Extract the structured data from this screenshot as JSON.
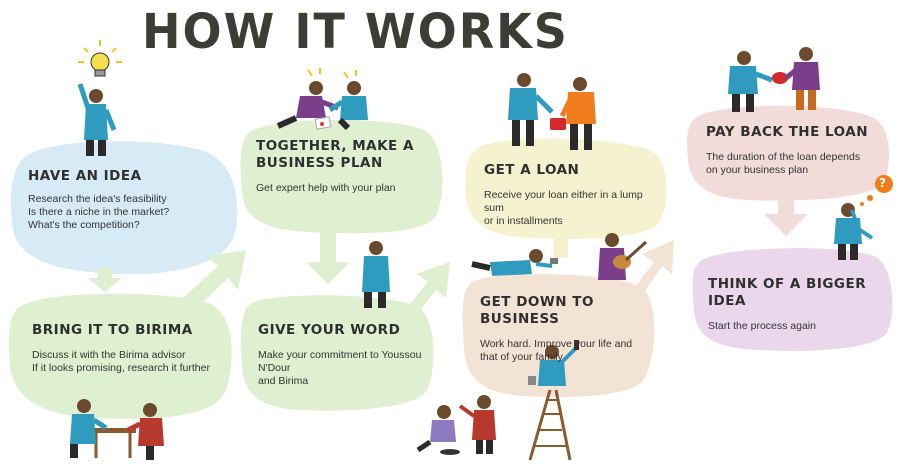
{
  "title": "HOW IT WORKS",
  "colors": {
    "blue": "#d6ebf5",
    "green": "#def0d0",
    "yellow": "#f5f2cf",
    "peach": "#f3e3d4",
    "pink": "#f2dcd9",
    "lavender": "#ead7ec"
  },
  "steps": [
    {
      "id": "have-an-idea",
      "heading": "HAVE AN IDEA",
      "lines": [
        "Research the idea's feasibility",
        "Is there a niche in the market?",
        "What's the competition?"
      ]
    },
    {
      "id": "bring-it-to-birima",
      "heading": "BRING IT TO BIRIMA",
      "lines": [
        "Discuss it with the Birima advisor",
        "If it looks promising, research it further"
      ]
    },
    {
      "id": "business-plan",
      "heading_lines": [
        "TOGETHER, MAKE A",
        "BUSINESS PLAN"
      ],
      "lines": [
        "Get expert help with your plan"
      ]
    },
    {
      "id": "give-your-word",
      "heading": "GIVE YOUR WORD",
      "lines": [
        "Make your commitment to Youssou N'Dour",
        "and Birima"
      ]
    },
    {
      "id": "get-a-loan",
      "heading": "GET A LOAN",
      "lines": [
        "Receive your loan either in a lump sum",
        "or in installments"
      ]
    },
    {
      "id": "get-down-to-business",
      "heading": "GET DOWN TO BUSINESS",
      "lines": [
        "Work hard. Improve your life and",
        "that of your family"
      ]
    },
    {
      "id": "pay-back-the-loan",
      "heading": "PAY BACK THE LOAN",
      "lines": [
        "The duration of the loan depends",
        "on your business plan"
      ]
    },
    {
      "id": "think-bigger",
      "heading": "THINK OF A BIGGER IDEA",
      "lines": [
        "Start the process again"
      ]
    }
  ],
  "question_mark": "?"
}
